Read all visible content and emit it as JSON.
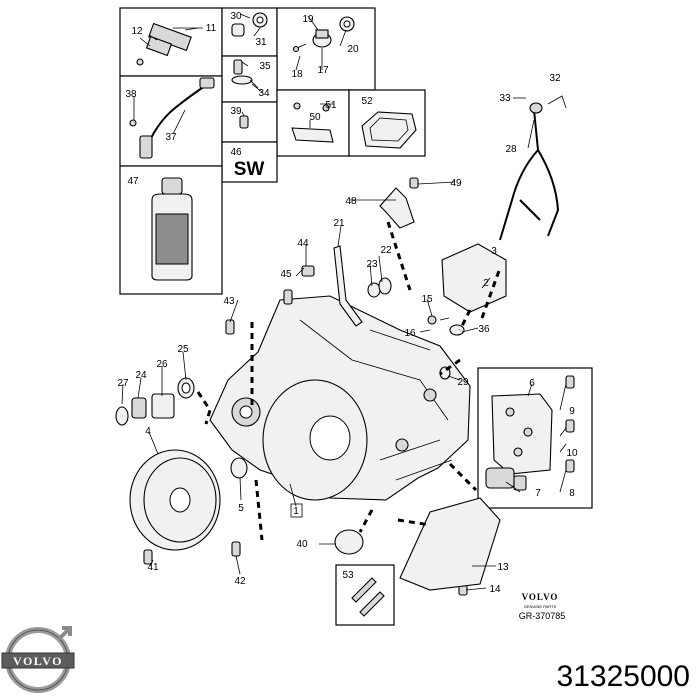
{
  "callouts": [
    "1",
    "2",
    "3",
    "4",
    "5",
    "6",
    "7",
    "8",
    "9",
    "10",
    "11",
    "12",
    "13",
    "14",
    "15",
    "16",
    "17",
    "18",
    "19",
    "20",
    "21",
    "22",
    "23",
    "24",
    "25",
    "26",
    "27",
    "28",
    "29",
    "30",
    "31",
    "32",
    "33",
    "34",
    "35",
    "36",
    "37",
    "38",
    "39",
    "40",
    "41",
    "42",
    "43",
    "44",
    "45",
    "46",
    "47",
    "48",
    "49",
    "50",
    "51",
    "52",
    "53"
  ],
  "sw_label": "SW",
  "volvo_small_logo": "VOLVO",
  "genuine_parts": "GENUINE PARTS",
  "figure_ref": "GR-370785",
  "volvo_logo": "VOLVO",
  "part_number": "31325000"
}
